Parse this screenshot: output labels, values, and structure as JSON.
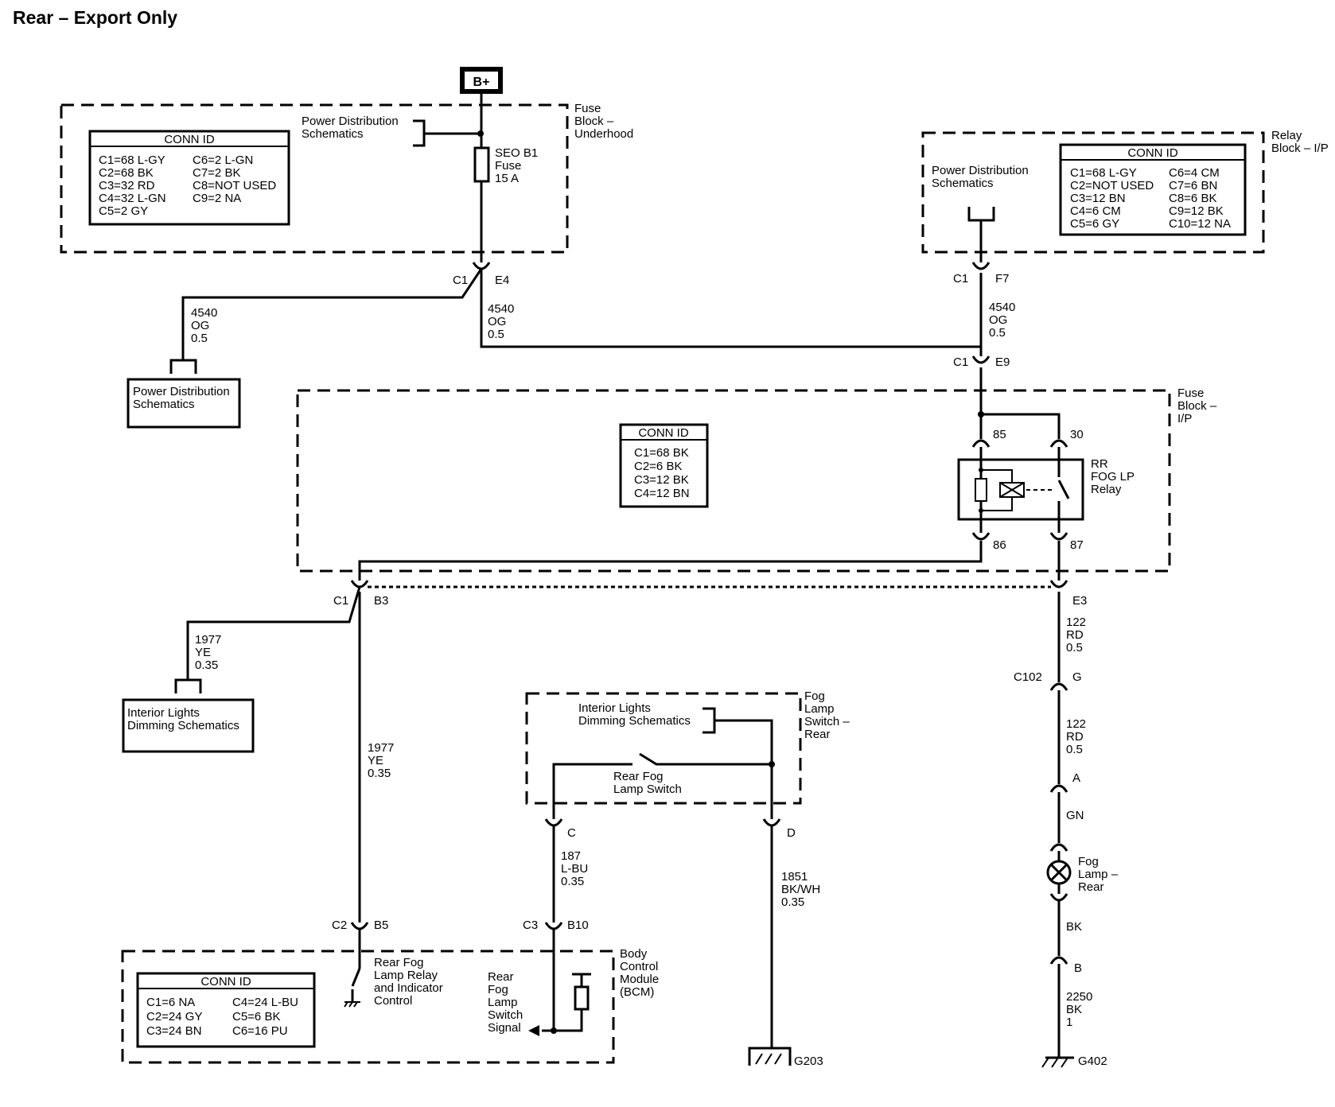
{
  "title": "Rear – Export Only",
  "battery_label": "B+",
  "fuse_block_underhood": {
    "label": [
      "Fuse",
      "Block –",
      "Underhood"
    ],
    "pds_ref": [
      "Power Distribution",
      "Schematics"
    ],
    "fuse": [
      "SEO B1",
      "Fuse",
      "15 A"
    ],
    "conn_id": {
      "title": "CONN ID",
      "col1": [
        "C1=68 L-GY",
        "C2=68 BK",
        "C3=32 RD",
        "C4=32 L-GN",
        "C5=2 GY"
      ],
      "col2": [
        "C6=2 L-GN",
        "C7=2 BK",
        "C8=NOT USED",
        "C9=2 NA"
      ]
    },
    "conn_left": "C1",
    "conn_right": "E4"
  },
  "relay_block_ip": {
    "label": [
      "Relay",
      "Block – I/P"
    ],
    "pds_ref": [
      "Power Distribution",
      "Schematics"
    ],
    "conn_id": {
      "title": "CONN ID",
      "col1": [
        "C1=68 L-GY",
        "C2=NOT USED",
        "C3=12 BN",
        "C4=6 CM",
        "C5=6 GY"
      ],
      "col2": [
        "C6=4 CM",
        "C7=6 BN",
        "C8=6 BK",
        "C9=12 BK",
        "C10=12 NA"
      ]
    },
    "conn_left": "C1",
    "conn_right": "F7"
  },
  "wire_4540_left": [
    "4540",
    "OG",
    "0.5"
  ],
  "wire_4540_mid": [
    "4540",
    "OG",
    "0.5"
  ],
  "wire_4540_right": [
    "4540",
    "OG",
    "0.5"
  ],
  "pds_box": [
    "Power Distribution",
    "Schematics"
  ],
  "fuse_block_ip": {
    "label": [
      "Fuse",
      "Block –",
      "I/P"
    ],
    "conn_e9_left": "C1",
    "conn_e9_right": "E9",
    "conn_id": {
      "title": "CONN ID",
      "rows": [
        "C1=68 BK",
        "C2=6 BK",
        "C3=12 BK",
        "C4=12 BN"
      ]
    },
    "relay_label": [
      "RR",
      "FOG LP",
      "Relay"
    ],
    "pin_85": "85",
    "pin_30": "30",
    "pin_86": "86",
    "pin_87": "87",
    "conn_b3_left": "C1",
    "conn_b3_right": "B3",
    "conn_e3": "E3"
  },
  "wire_1977_left": [
    "1977",
    "YE",
    "0.35"
  ],
  "wire_1977_down": [
    "1977",
    "YE",
    "0.35"
  ],
  "ild_box": [
    "Interior Lights",
    "Dimming Schematics"
  ],
  "wire_122_a": [
    "122",
    "RD",
    "0.5"
  ],
  "wire_122_b": [
    "122",
    "RD",
    "0.5"
  ],
  "c102": {
    "left": "C102",
    "right": "G"
  },
  "conn_a": "A",
  "wire_gn": "GN",
  "fog_lamp_rear": [
    "Fog",
    "Lamp –",
    "Rear"
  ],
  "wire_bk": "BK",
  "conn_b": "B",
  "wire_2250": [
    "2250",
    "BK",
    "1"
  ],
  "ground_g402": "G402",
  "fog_switch": {
    "label": [
      "Fog",
      "Lamp",
      "Switch –",
      "Rear"
    ],
    "ild_ref": [
      "Interior Lights",
      "Dimming Schematics"
    ],
    "switch_label": [
      "Rear Fog",
      "Lamp Switch"
    ],
    "pin_c": "C",
    "pin_d": "D"
  },
  "wire_187": [
    "187",
    "L-BU",
    "0.35"
  ],
  "wire_1851": [
    "1851",
    "BK/WH",
    "0.35"
  ],
  "ground_g203": "G203",
  "bcm": {
    "label": [
      "Body",
      "Control",
      "Module",
      "(BCM)"
    ],
    "c2": "C2",
    "b5": "B5",
    "c3": "C3",
    "b10": "B10",
    "relay_ctrl": [
      "Rear Fog",
      "Lamp Relay",
      "and Indicator",
      "Control"
    ],
    "switch_signal": [
      "Rear",
      "Fog",
      "Lamp",
      "Switch",
      "Signal"
    ],
    "conn_id": {
      "title": "CONN ID",
      "col1": [
        "C1=6 NA",
        "C2=24 GY",
        "C3=24 BN"
      ],
      "col2": [
        "C4=24 L-BU",
        "C5=6 BK",
        "C6=16 PU"
      ]
    }
  }
}
